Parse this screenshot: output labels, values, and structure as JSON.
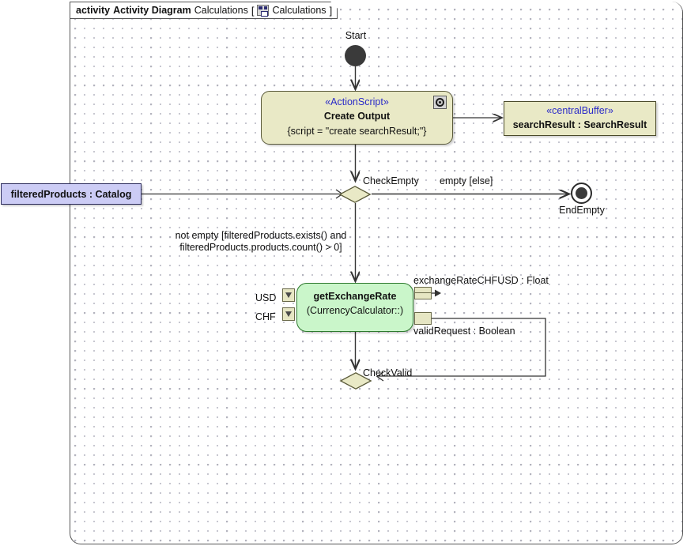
{
  "frame": {
    "keyword": "activity",
    "type_label": "Activity Diagram",
    "diagram_name": "Calculations",
    "bracket_open": "[",
    "bracket_close": "]",
    "tab_icon": "activity-diagram-icon",
    "context_name": "Calculations"
  },
  "nodes": {
    "start": {
      "label": "Start",
      "kind": "initial-node",
      "color": "#3a3a3a"
    },
    "create_output": {
      "stereotype": "«ActionScript»",
      "name": "Create Output",
      "tagged_value": "{script = \"create searchResult;\"}",
      "badge_icon": "script-badge-icon",
      "fill": "#e9e9c6",
      "stroke": "#5a5a3a"
    },
    "search_result_buffer": {
      "stereotype": "«centralBuffer»",
      "name": "searchResult : SearchResult",
      "fill": "#e9e9c6",
      "stroke": "#4a4a2a"
    },
    "filtered_products": {
      "name": "filteredProducts : Catalog",
      "fill": "#ccccf5",
      "stroke": "#2a2a5a"
    },
    "check_empty": {
      "label": "CheckEmpty",
      "kind": "decision-node",
      "fill": "#e9e9c6"
    },
    "end_empty": {
      "label": "EndEmpty",
      "kind": "final-node"
    },
    "get_exchange_rate": {
      "name": "getExchangeRate",
      "behavior": "(CurrencyCalculator::)",
      "fill": "#caf6ca",
      "stroke": "#2e7a2e"
    },
    "check_valid": {
      "label": "CheckValid",
      "kind": "decision-node",
      "fill": "#e9e9c6"
    }
  },
  "pins": {
    "input": [
      {
        "label": "USD"
      },
      {
        "label": "CHF"
      }
    ],
    "output": [
      {
        "label": "exchangeRateCHFUSD : Float"
      },
      {
        "label": "validRequest : Boolean"
      }
    ]
  },
  "edges": {
    "empty_else": "empty [else]",
    "not_empty_guard_line1": "not empty [filteredProducts.exists() and",
    "not_empty_guard_line2": "filteredProducts.products.count() > 0]"
  }
}
